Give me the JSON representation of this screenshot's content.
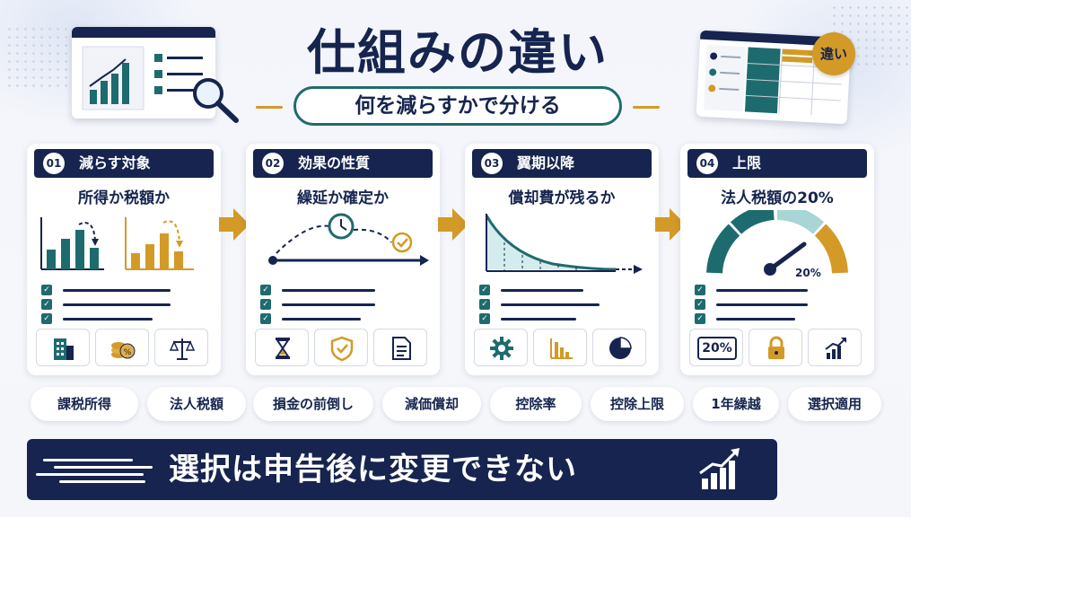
{
  "header": {
    "title": "仕組みの違い",
    "subtitle": "何を減らすかで分ける",
    "badge": "違い"
  },
  "colors": {
    "navy": "#16244f",
    "teal": "#1e6b6f",
    "gold": "#d39a27",
    "light_teal": "#a9d5d7"
  },
  "cards": [
    {
      "number": "01",
      "title": "減らす対象",
      "subtitle": "所得か税額か",
      "icons": [
        "building-icon",
        "coins-icon",
        "scale-icon"
      ]
    },
    {
      "number": "02",
      "title": "効果の性質",
      "subtitle": "繰延か確定か",
      "icons": [
        "hourglass-icon",
        "shield-check-icon",
        "document-icon"
      ]
    },
    {
      "number": "03",
      "title": "翼期以降",
      "subtitle": "償却費が残るか",
      "icons": [
        "gear-icon",
        "bar-chart-icon",
        "pie-chart-icon"
      ]
    },
    {
      "number": "04",
      "title": "上限",
      "subtitle": "法人税額の20%",
      "gauge_value_label": "20%",
      "gauge_value": 0.2,
      "icons": [
        "percent-badge-icon",
        "lock-icon",
        "growth-chart-icon"
      ],
      "percent_badge": "20%"
    }
  ],
  "tags": [
    "課税所得",
    "法人税額",
    "損金の前倒し",
    "減価償却",
    "控除率",
    "控除上限",
    "1年繰越",
    "選択適用"
  ],
  "banner": {
    "text": "選択は申告後に変更できない"
  }
}
